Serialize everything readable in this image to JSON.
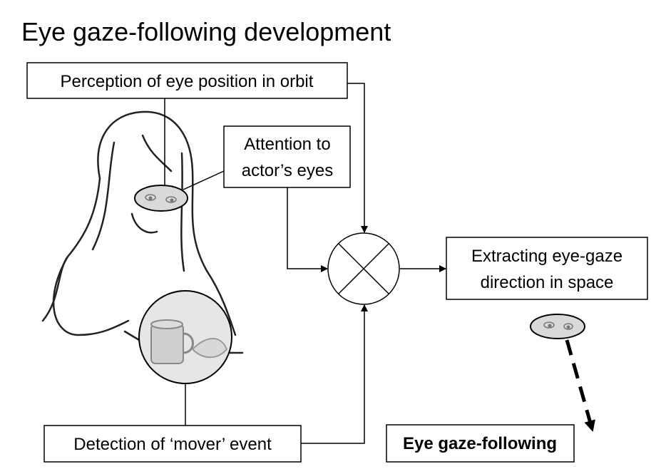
{
  "title": "Eye gaze-following development",
  "boxes": {
    "perception": "Perception of eye position in orbit",
    "attention_line1": "Attention to",
    "attention_line2": "actor’s eyes",
    "extracting_line1": "Extracting eye-gaze",
    "extracting_line2": "direction in space",
    "detection": "Detection of ‘mover’ event",
    "following": "Eye gaze-following"
  },
  "colors": {
    "ellipse_fill": "#d9d9d9",
    "line": "#000000"
  }
}
